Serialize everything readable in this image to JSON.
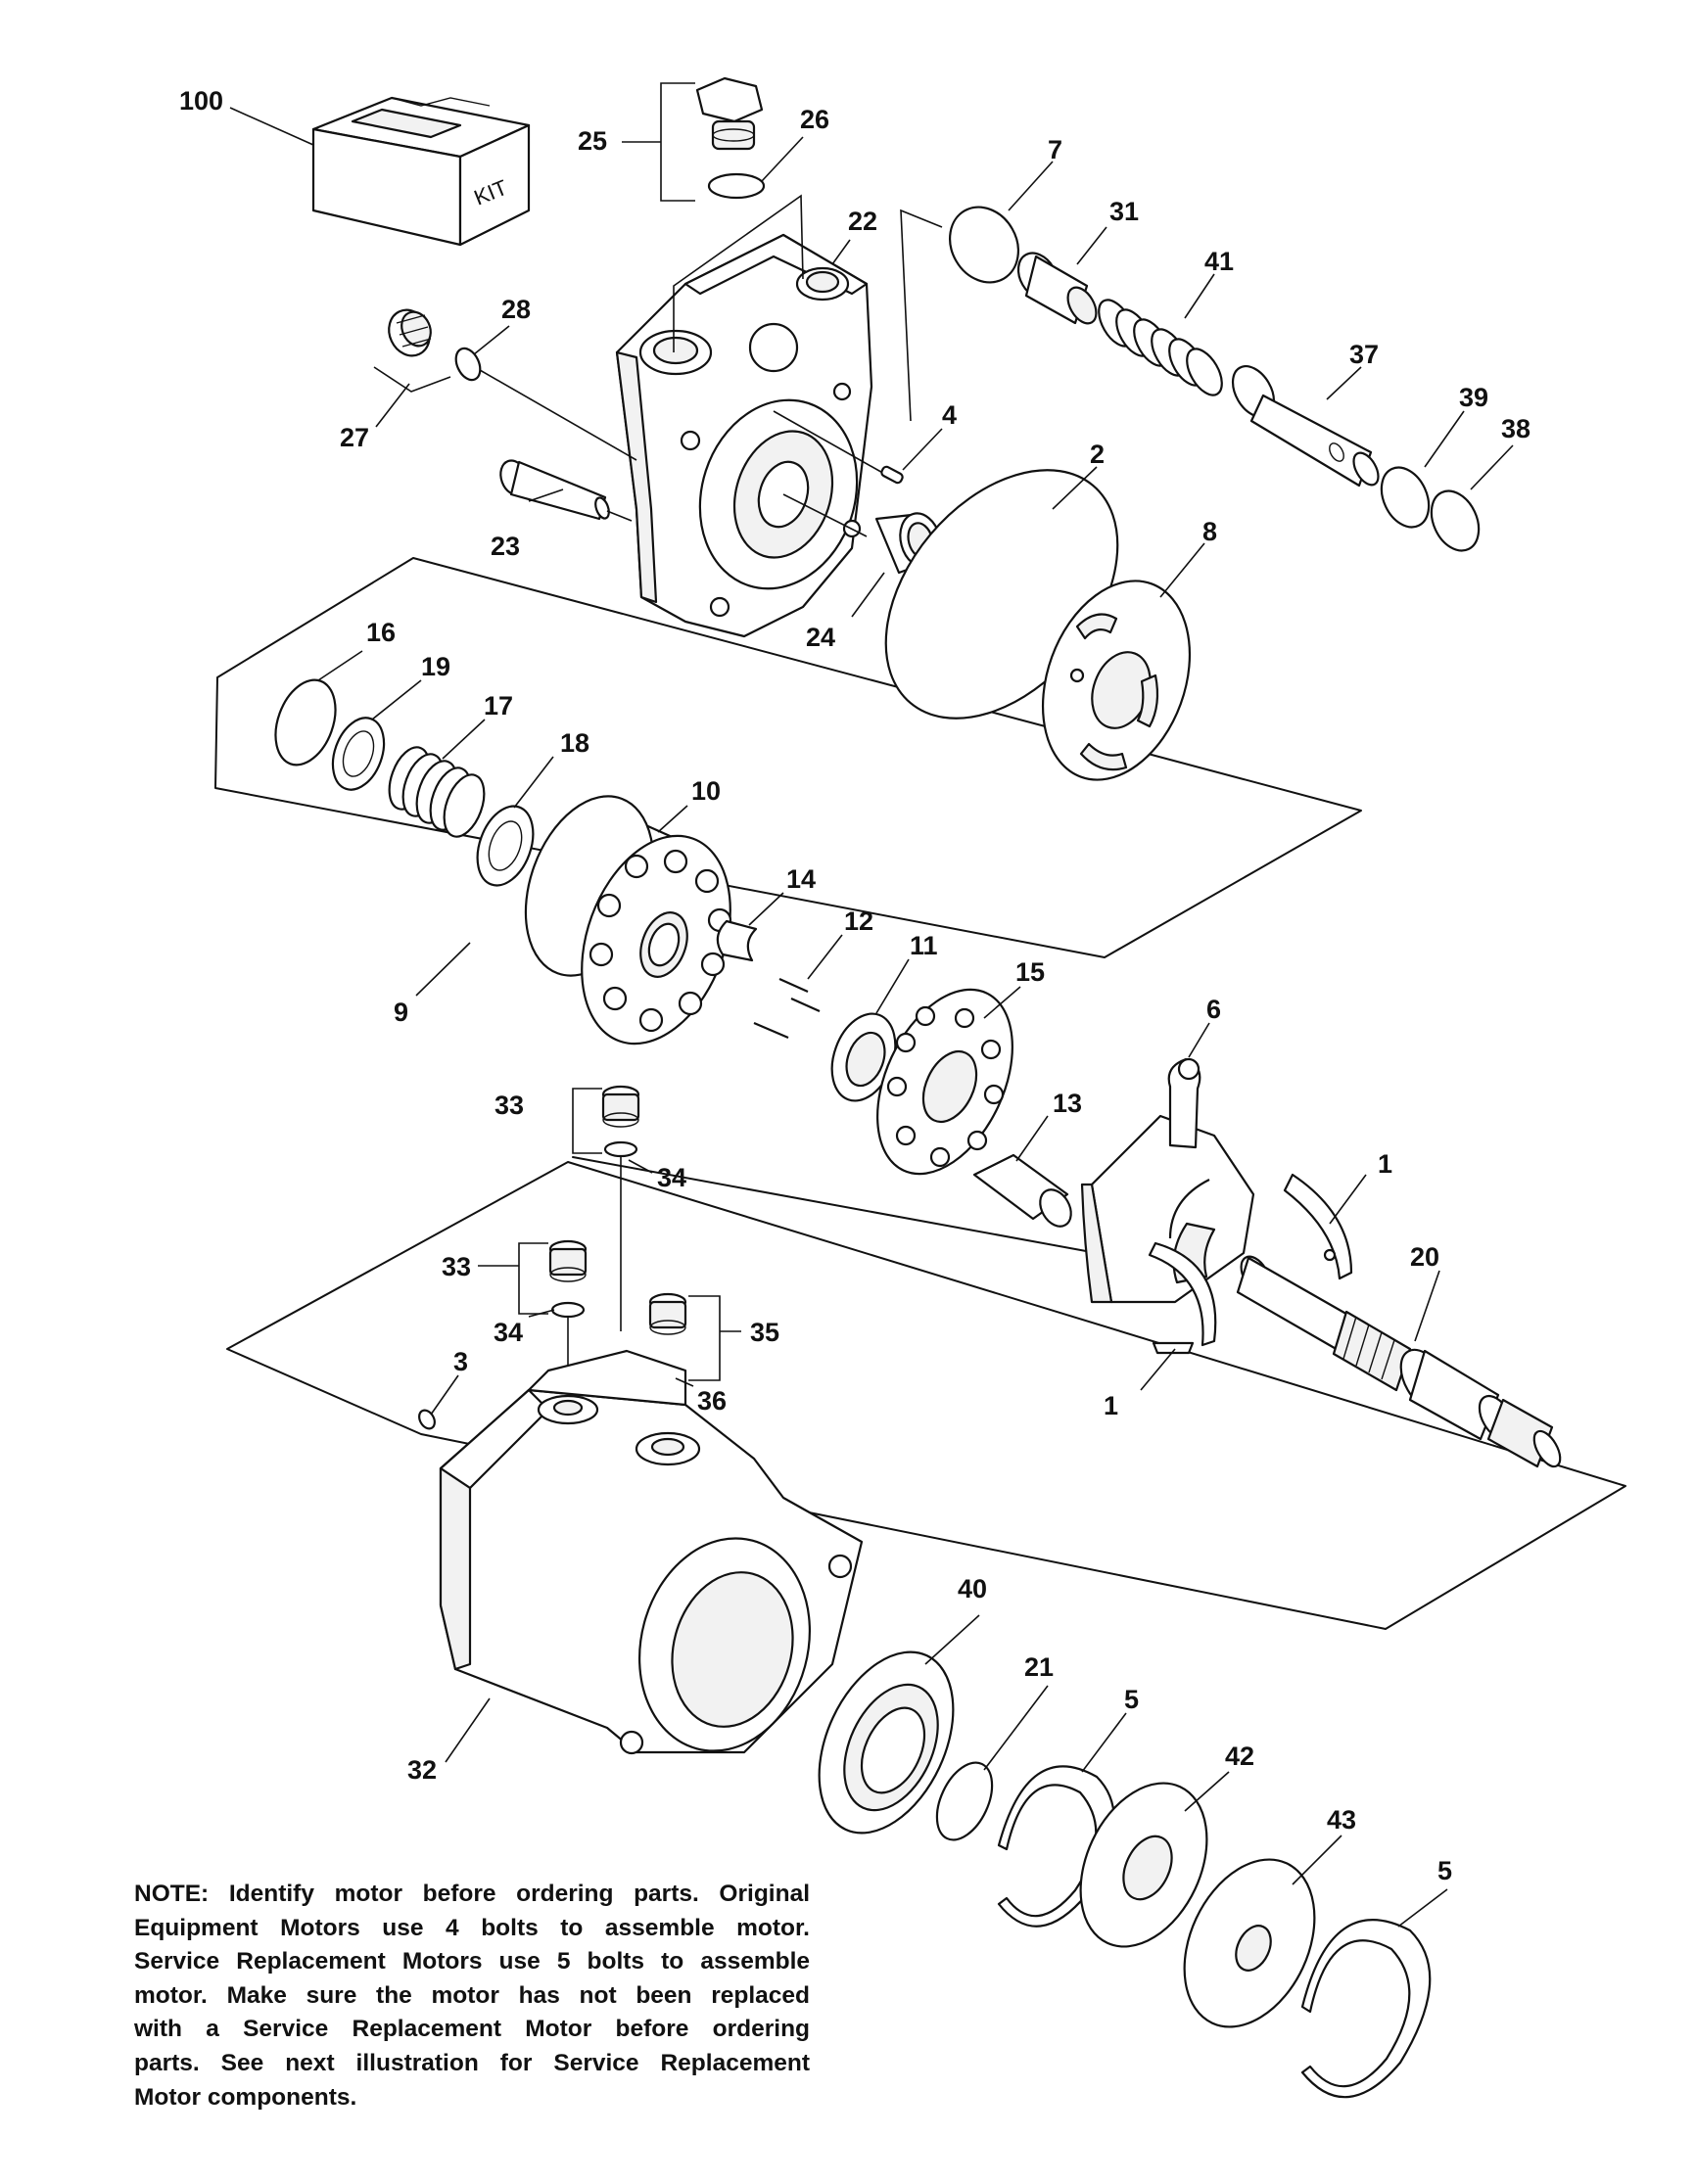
{
  "diagram": {
    "kit_box_text": "KIT",
    "callouts": [
      {
        "id": "c100",
        "text": "100"
      },
      {
        "id": "c25",
        "text": "25"
      },
      {
        "id": "c26",
        "text": "26"
      },
      {
        "id": "c7",
        "text": "7"
      },
      {
        "id": "c31",
        "text": "31"
      },
      {
        "id": "c22",
        "text": "22"
      },
      {
        "id": "c41",
        "text": "41"
      },
      {
        "id": "c28",
        "text": "28"
      },
      {
        "id": "c37",
        "text": "37"
      },
      {
        "id": "c27",
        "text": "27"
      },
      {
        "id": "c4",
        "text": "4"
      },
      {
        "id": "c39",
        "text": "39"
      },
      {
        "id": "c38",
        "text": "38"
      },
      {
        "id": "c2",
        "text": "2"
      },
      {
        "id": "c23",
        "text": "23"
      },
      {
        "id": "c8",
        "text": "8"
      },
      {
        "id": "c24",
        "text": "24"
      },
      {
        "id": "c16",
        "text": "16"
      },
      {
        "id": "c19",
        "text": "19"
      },
      {
        "id": "c17",
        "text": "17"
      },
      {
        "id": "c18",
        "text": "18"
      },
      {
        "id": "c10",
        "text": "10"
      },
      {
        "id": "c14",
        "text": "14"
      },
      {
        "id": "c12",
        "text": "12"
      },
      {
        "id": "c11",
        "text": "11"
      },
      {
        "id": "c15",
        "text": "15"
      },
      {
        "id": "c9",
        "text": "9"
      },
      {
        "id": "c6",
        "text": "6"
      },
      {
        "id": "c33a",
        "text": "33"
      },
      {
        "id": "c13",
        "text": "13"
      },
      {
        "id": "c34a",
        "text": "34"
      },
      {
        "id": "c1a",
        "text": "1"
      },
      {
        "id": "c20",
        "text": "20"
      },
      {
        "id": "c33b",
        "text": "33"
      },
      {
        "id": "c34b",
        "text": "34"
      },
      {
        "id": "c35",
        "text": "35"
      },
      {
        "id": "c3",
        "text": "3"
      },
      {
        "id": "c36",
        "text": "36"
      },
      {
        "id": "c1b",
        "text": "1"
      },
      {
        "id": "c40",
        "text": "40"
      },
      {
        "id": "c21",
        "text": "21"
      },
      {
        "id": "c5a",
        "text": "5"
      },
      {
        "id": "c42",
        "text": "42"
      },
      {
        "id": "c32",
        "text": "32"
      },
      {
        "id": "c43",
        "text": "43"
      },
      {
        "id": "c5b",
        "text": "5"
      }
    ]
  },
  "note": {
    "lines": [
      "NOTE: Identify motor before ordering parts.  Original",
      "Equipment Motors use 4 bolts to assemble motor.",
      "Service Replacement Motors use 5 bolts to assemble",
      "motor.  Make sure the motor has not been replaced",
      "with a Service Replacement Motor before ordering",
      "parts.  See next illustration for Service Replacement",
      "Motor components."
    ]
  }
}
